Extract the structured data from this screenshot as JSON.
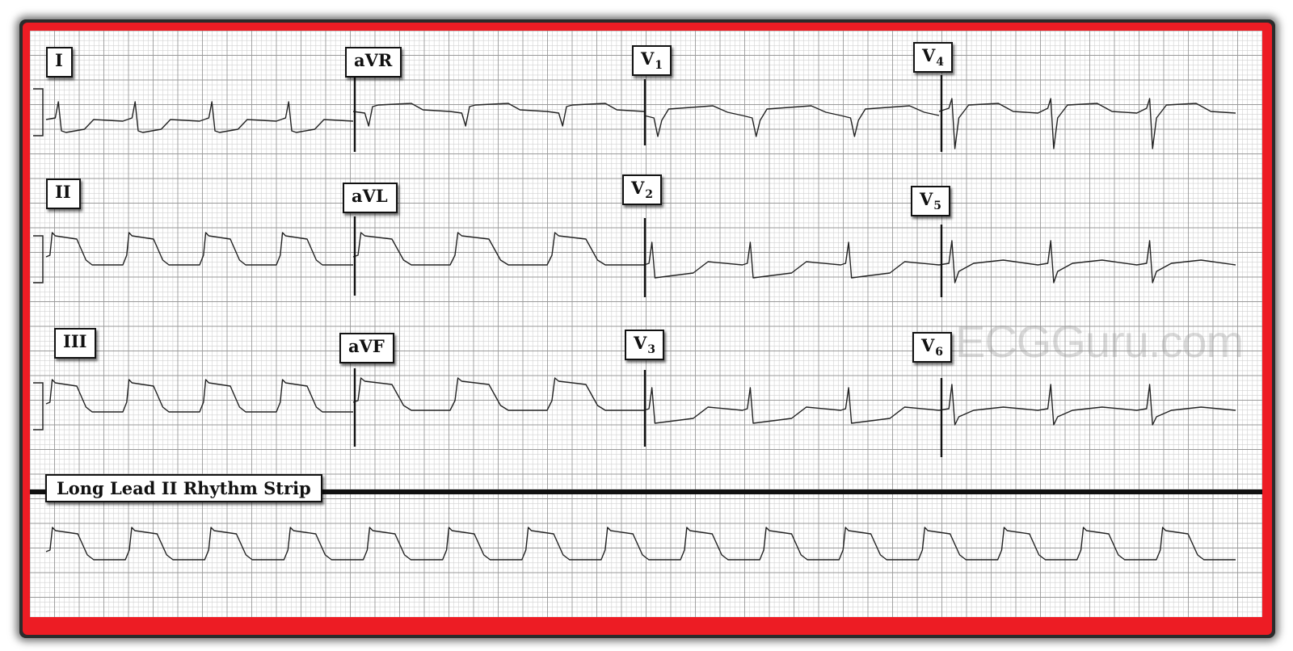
{
  "leads": [
    {
      "id": "I",
      "main": "I",
      "sub": ""
    },
    {
      "id": "aVR",
      "main": "aVR",
      "sub": ""
    },
    {
      "id": "V1",
      "main": "V",
      "sub": "1"
    },
    {
      "id": "V4",
      "main": "V",
      "sub": "4"
    },
    {
      "id": "II",
      "main": "II",
      "sub": ""
    },
    {
      "id": "aVL",
      "main": "aVL",
      "sub": ""
    },
    {
      "id": "V2",
      "main": "V",
      "sub": "2"
    },
    {
      "id": "V5",
      "main": "V",
      "sub": "5"
    },
    {
      "id": "III",
      "main": "III",
      "sub": ""
    },
    {
      "id": "aVF",
      "main": "aVF",
      "sub": ""
    },
    {
      "id": "V3",
      "main": "V",
      "sub": "3"
    },
    {
      "id": "V6",
      "main": "V",
      "sub": "6"
    }
  ],
  "rhythm_strip": {
    "title": "Long Lead II Rhythm Strip"
  },
  "watermark": "ECGGuru.com",
  "colors": {
    "frame": "#ed1c24",
    "grid_minor": "#d2d2d2",
    "grid_major": "#9a9a9a",
    "trace": "#222222"
  }
}
